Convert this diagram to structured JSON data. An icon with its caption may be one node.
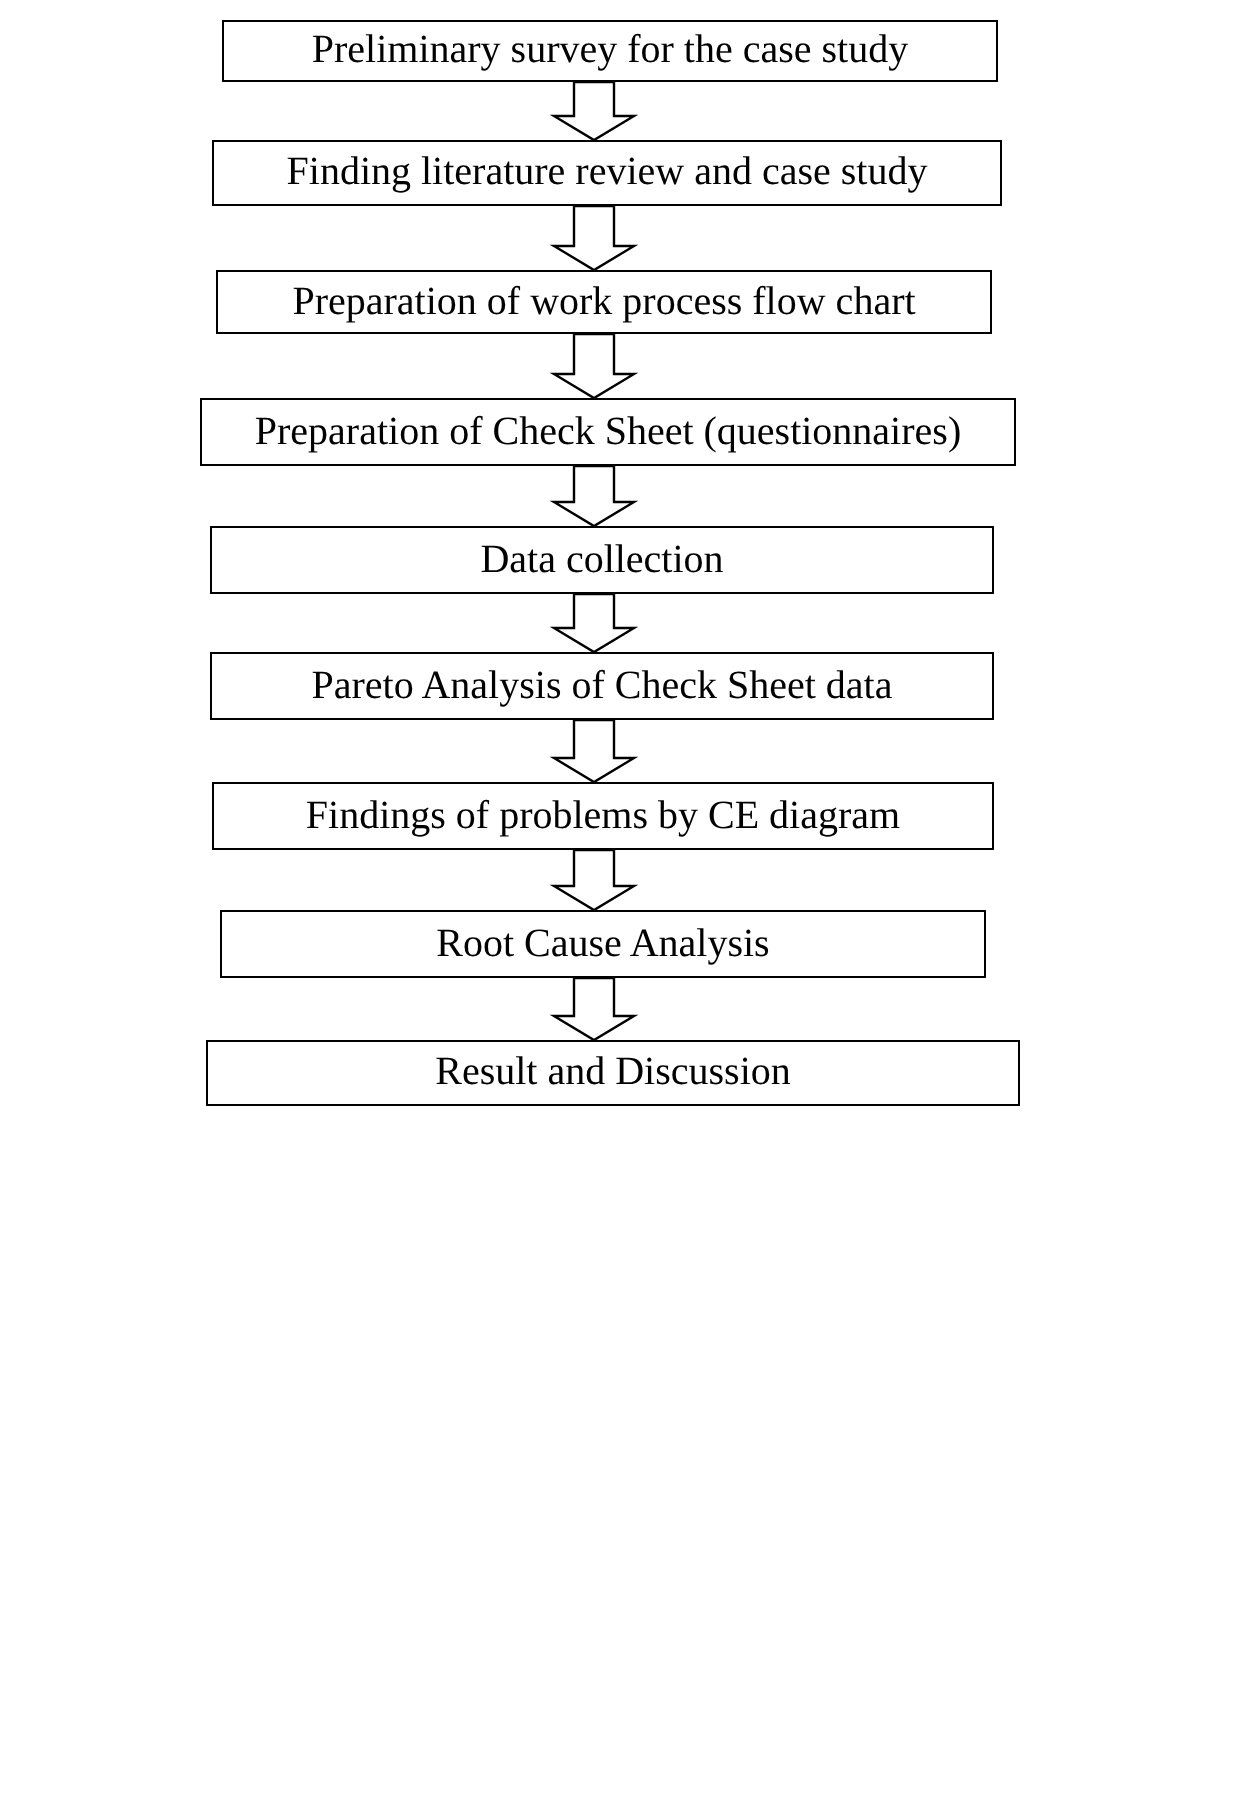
{
  "diagram": {
    "nodes": [
      {
        "text": [
          "Preliminary survey for the case study"
        ]
      },
      {
        "text": [
          "Finding literature review and case study"
        ]
      },
      {
        "text": [
          "Preparation of work process flow chart"
        ]
      },
      {
        "text": [
          "Preparation of Check Sheet (questionnaires)"
        ]
      },
      {
        "text": [
          "Data collection"
        ]
      },
      {
        "text": [
          "Pareto Analysis of Check Sheet data"
        ]
      },
      {
        "text": [
          "Findings of problems by CE diagram"
        ]
      },
      {
        "text": [
          "Root Cause Analysis"
        ]
      },
      {
        "text": [
          "Result and Discussion"
        ]
      }
    ],
    "edges": [
      {
        "from": 0,
        "to": 1,
        "arrow": "to"
      },
      {
        "from": 1,
        "to": 2,
        "arrow": "to"
      },
      {
        "from": 2,
        "to": 3,
        "arrow": "to"
      },
      {
        "from": 3,
        "to": 4,
        "arrow": "to"
      },
      {
        "from": 4,
        "to": 5,
        "arrow": "to"
      },
      {
        "from": 5,
        "to": 6,
        "arrow": "to"
      },
      {
        "from": 6,
        "to": 7,
        "arrow": "to"
      },
      {
        "from": 7,
        "to": 8,
        "arrow": "to"
      }
    ]
  }
}
